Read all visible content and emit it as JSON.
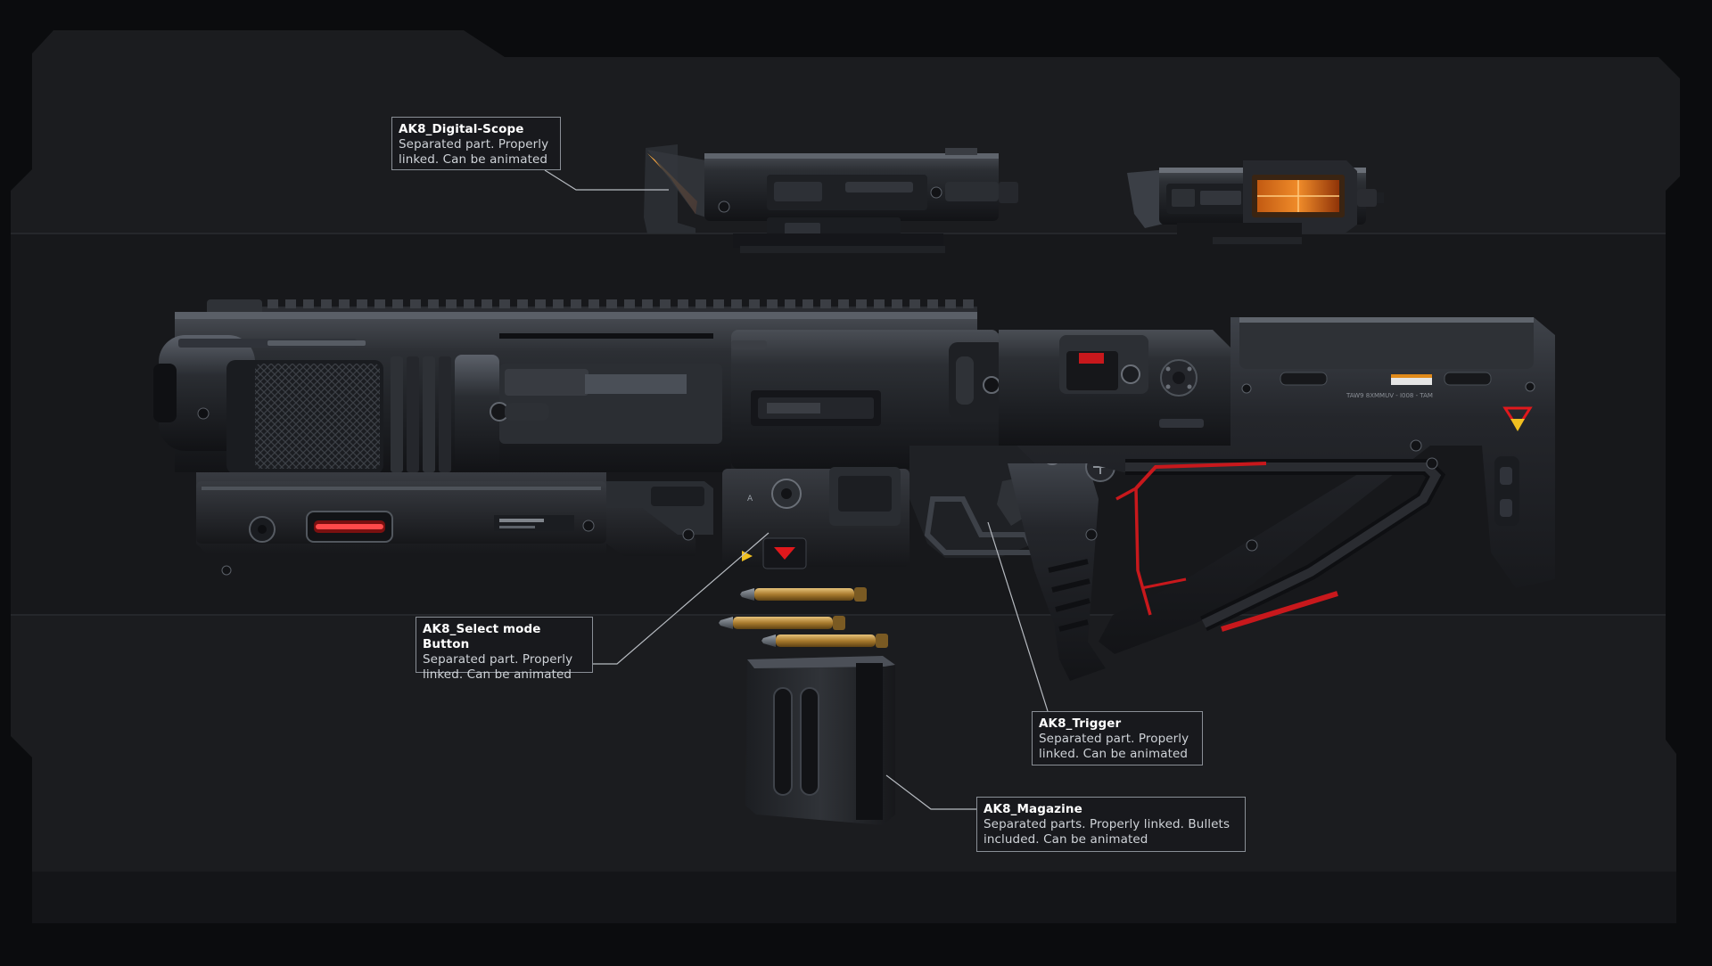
{
  "scene": {
    "subject": "sci-fi rifle 3D model showcase"
  },
  "colors": {
    "background": "#0b0c0e",
    "panel": "#1b1c1f",
    "panel_band": "#222327",
    "metal_dark": "#1d1f23",
    "metal_mid": "#3a3d43",
    "metal_light": "#6b7078",
    "accent_red": "#c8181c",
    "accent_orange": "#e0761a",
    "accent_yellow": "#f0c020",
    "brass": "#b58a3a"
  },
  "callouts": {
    "scope": {
      "title": "AK8_Digital-Scope",
      "desc": "Separated part. Properly\nlinked. Can be animated"
    },
    "select": {
      "title": "AK8_Select mode Button",
      "desc": "Separated part. Properly\nlinked. Can be animated"
    },
    "trigger": {
      "title": "AK8_Trigger",
      "desc": "Separated part. Properly\nlinked. Can be animated"
    },
    "magazine": {
      "title": "AK8_Magazine",
      "desc": "Separated parts. Properly linked. Bullets\nincluded. Can be animated"
    }
  },
  "markings": {
    "stock_serial": "TAW9 8XMMUV - I008 - TAM"
  }
}
